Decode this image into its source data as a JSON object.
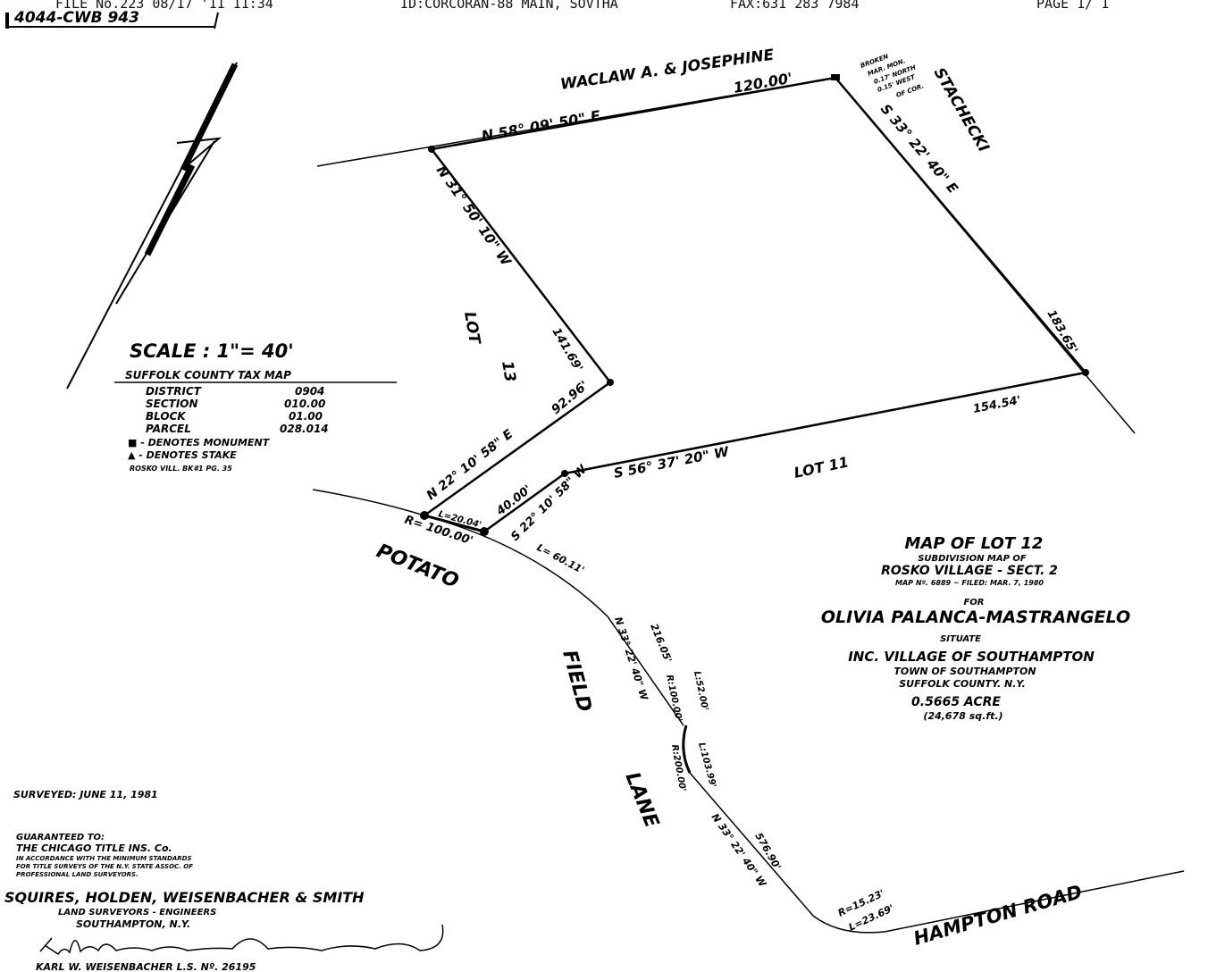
{
  "fax_header": {
    "file": "FILE No.223 08/17 '11 11:34",
    "id": "ID:CORCORAN-88 MAIN, SOVTHA",
    "fax": "FAX:631 283 7984",
    "page": "PAGE   1/  1"
  },
  "file_number": "4044-CWB 943",
  "owners_adjoining": {
    "north_name": "WACLAW A. & JOSEPHINE",
    "east_name": "STACHECKI"
  },
  "boundary": {
    "north_bearing": "N 58° 09' 50\" E",
    "north_distance": "120.00'",
    "east_bearing": "S 33° 22' 40\" E",
    "east_distance": "183.65'",
    "west_bearing": "N 31° 50' 10\" W",
    "west_distance": "141.69'",
    "sw_bearing": "N 22° 10' 58\" E",
    "sw_distance": "92.96'",
    "south_bearing": "S 56° 37' 20\" W",
    "south_distance": "154.54'",
    "stem_bearing": "S 22° 10' 58\" W",
    "stem_distance": "40.00'",
    "frontage_arc": "L=20.04'"
  },
  "monument_note": [
    "BROKEN",
    "MAR. MON.",
    "0.17' NORTH",
    "0.15' WEST",
    "OF COR."
  ],
  "road": {
    "radius": "R= 100.00'",
    "arc_length": "L= 60.11'",
    "bearing1": "N 33° 22' 40\" W",
    "dist1": "216.05'",
    "curve1_r": "R:100.00'",
    "curve1_l": "L:52.00'",
    "curve2_r": "R:200.00'",
    "curve2_l": "L:103.99'",
    "bearing2": "N 33° 22' 40\" W",
    "dist2": "576.90'",
    "corner_r": "R=15.23'",
    "corner_l": "L=23.69'",
    "street1": "POTATO",
    "street2": "FIELD",
    "street3": "LANE",
    "street4": "HAMPTON   ROAD"
  },
  "lots": {
    "lot13_a": "LOT",
    "lot13_b": "13",
    "lot11": "LOT    11"
  },
  "legend": {
    "scale": "SCALE :  1\"= 40'",
    "tax_map_title": "SUFFOLK COUNTY TAX MAP",
    "rows": [
      {
        "label": "DISTRICT",
        "value": "0904"
      },
      {
        "label": "SECTION",
        "value": "010.00"
      },
      {
        "label": "BLOCK",
        "value": "01.00"
      },
      {
        "label": "PARCEL",
        "value": "028.014"
      }
    ],
    "monument": "■ - DENOTES  MONUMENT",
    "stake": "▲ - DENOTES   STAKE",
    "reference": "ROSKO VILL. BK#1  PG. 35"
  },
  "title_block": {
    "title": "MAP  OF  LOT 12",
    "sub1": "SUBDIVISION   MAP   OF",
    "sub2": "ROSKO  VILLAGE - SECT. 2",
    "sub3": "MAP Nº. 6889 ~ FILED: MAR. 7, 1980",
    "for": "FOR",
    "client": "OLIVIA   PALANCA-MASTRANGELO",
    "situate": "SITUATE",
    "loc1": "INC. VILLAGE  OF  SOUTHAMPTON",
    "loc2": "TOWN   OF   SOUTHAMPTON",
    "loc3": "SUFFOLK  COUNTY.  N.Y.",
    "area": "0.5665 ACRE",
    "area_sqft": "(24,678 sq.ft.)"
  },
  "surveyed": "SURVEYED:  JUNE  11, 1981",
  "guarantee": {
    "heading": "GUARANTEED TO:",
    "party": "THE CHICAGO TITLE INS. Co.",
    "l1": "IN ACCORDANCE WITH THE MINIMUM STANDARDS",
    "l2": "FOR TITLE SURVEYS OF THE N.Y. STATE ASSOC. OF",
    "l3": "PROFESSIONAL LAND SURVEYORS."
  },
  "firm": {
    "name": "SQUIRES, HOLDEN, WEISENBACHER & SMITH",
    "role": "LAND SURVEYORS - ENGINEERS",
    "city": "SOUTHAMPTON, N.Y."
  },
  "signature": "Karl W. Weisenbacher",
  "surveyor": "KARL  W.  WEISENBACHER  L.S. Nº. 26195"
}
